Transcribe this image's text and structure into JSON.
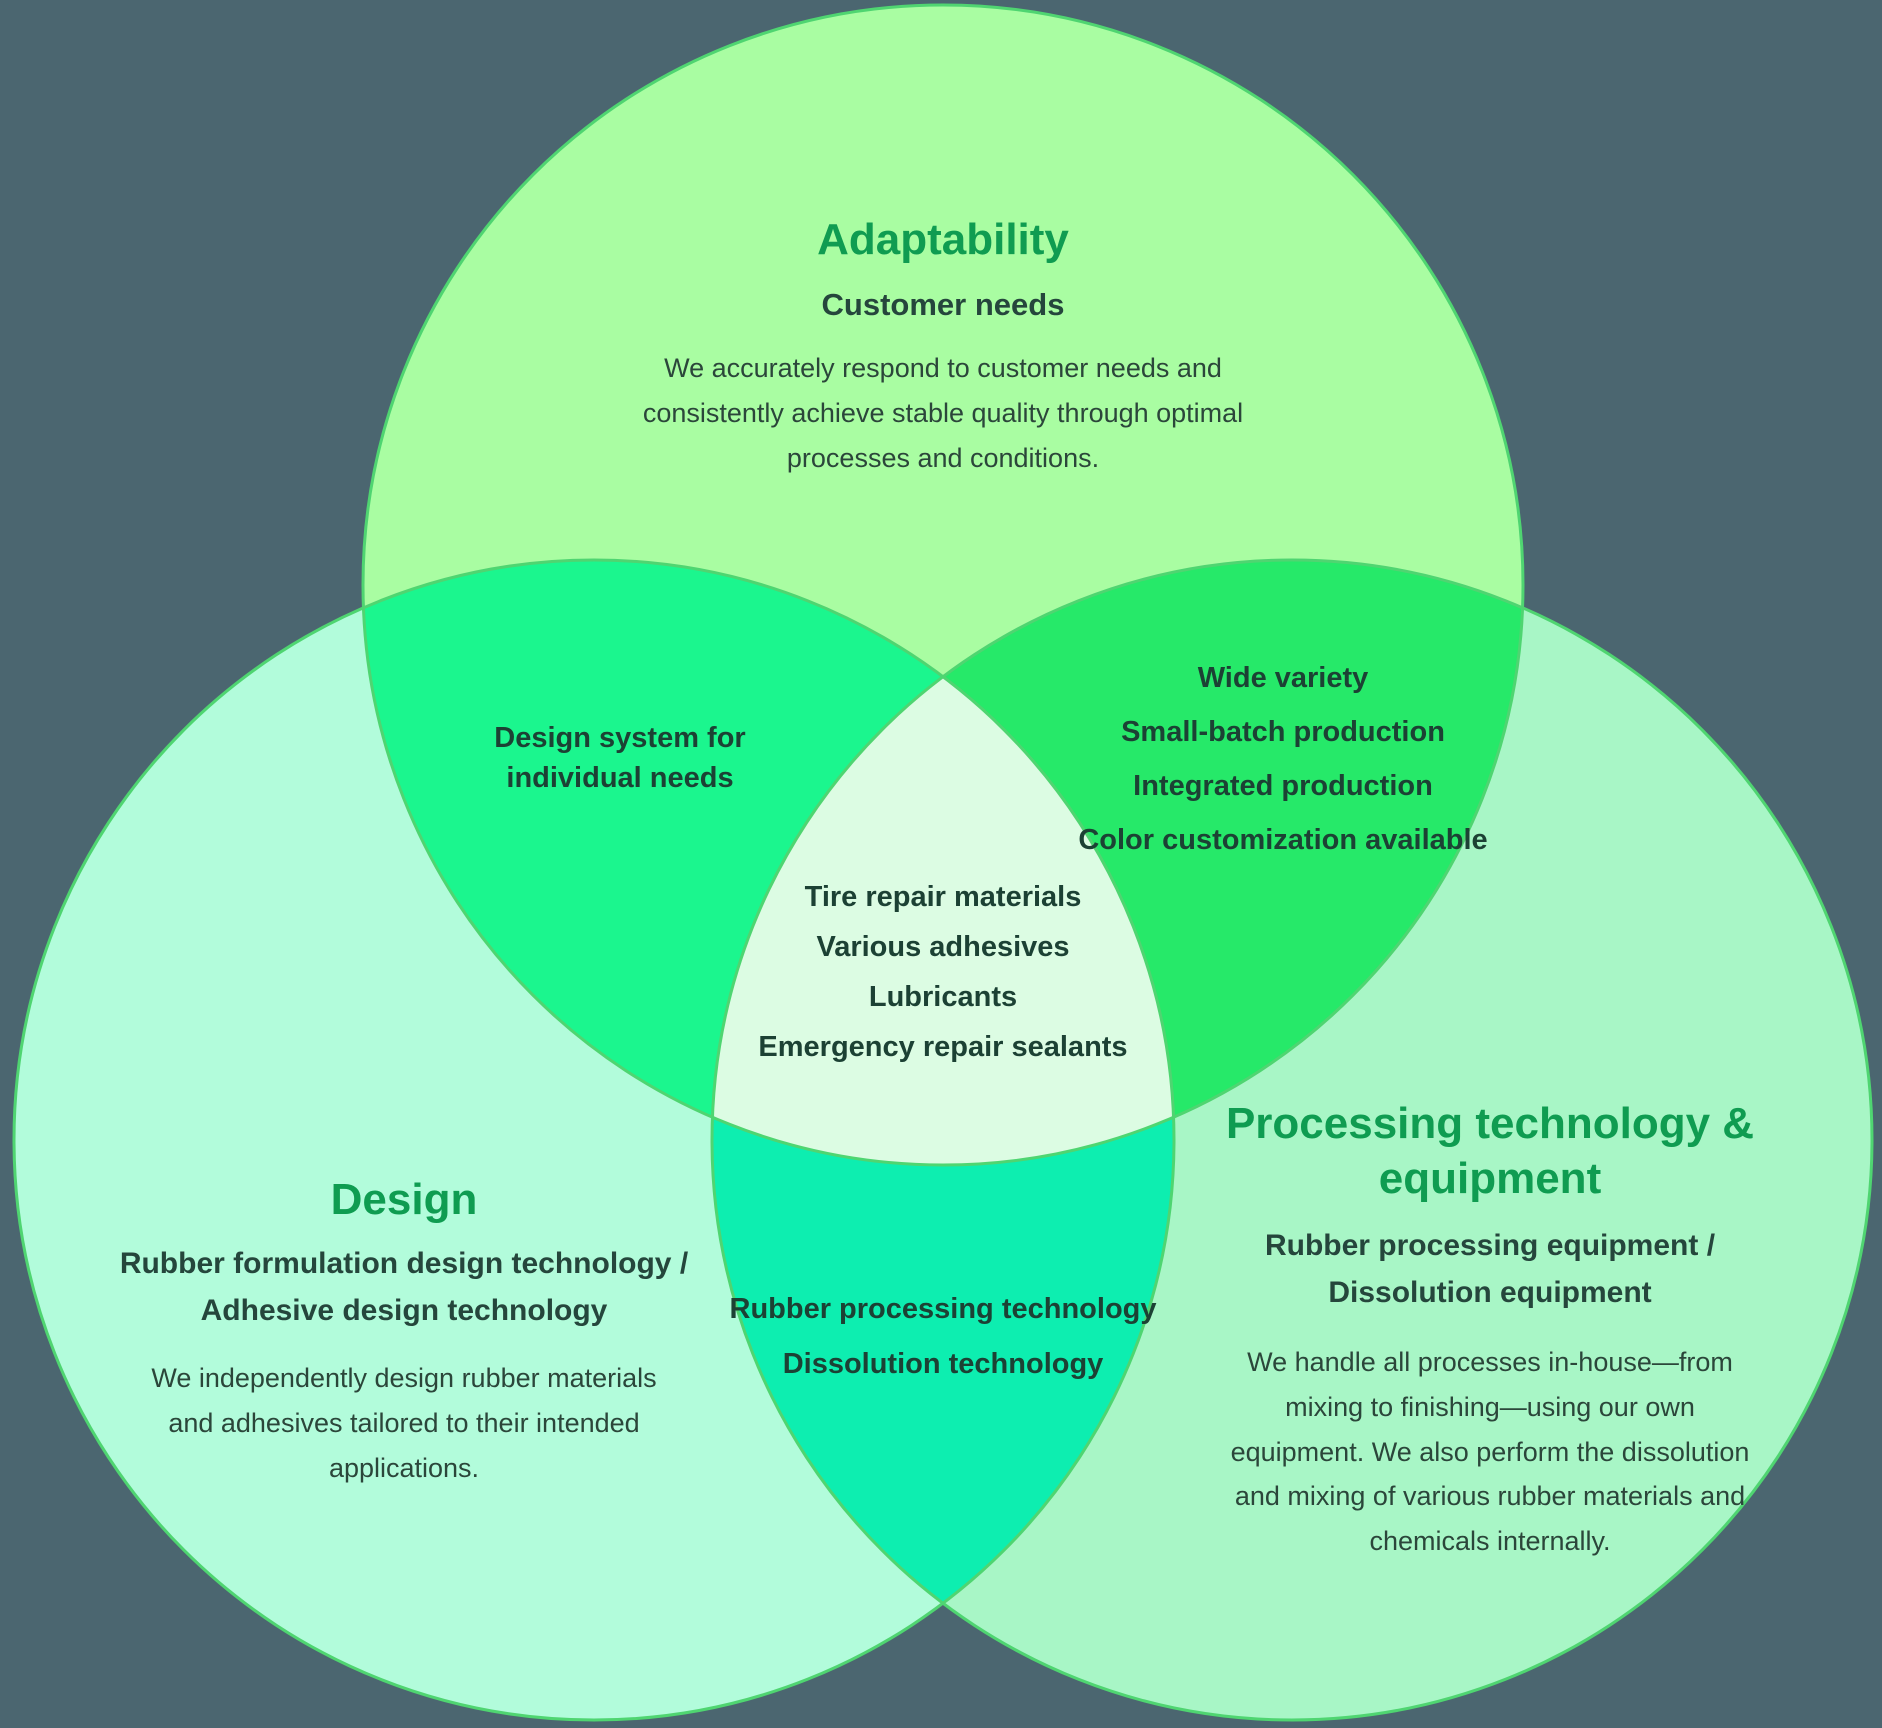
{
  "colors": {
    "background": "#4B6670",
    "circle_stroke": "#4FD571",
    "circle_top_fill": "#A9FDA2",
    "circle_left_fill": "#B2FCDB",
    "circle_right_fill": "#A8F6C6",
    "overlap_top_left_fill": "#1BF68E",
    "overlap_top_right_fill": "#26E969",
    "overlap_bottom_fill": "#0DEEB0",
    "overlap_center_fill": "#DCFCE3",
    "heading_green": "#0F9C51",
    "text_dark": "#2B463A",
    "label_dark": "#1C4134"
  },
  "venn": {
    "top": {
      "title": "Adaptability",
      "subtitle": "Customer needs",
      "description": "We accurately respond to customer needs and consistently achieve stable quality through optimal processes and conditions."
    },
    "left": {
      "title": "Design",
      "subtitle_lines": [
        "Rubber formulation design technology /",
        "Adhesive design technology"
      ],
      "description": "We independently design rubber materials and adhesives tailored to their intended applications."
    },
    "right": {
      "title_lines": [
        "Processing technology &",
        "equipment"
      ],
      "subtitle_lines": [
        "Rubber processing equipment /",
        "Dissolution equipment"
      ],
      "description": "We handle all processes in-house—from mixing to finishing—using our own equipment. We also perform the dissolution and mixing of various rubber materials and chemicals internally."
    },
    "overlap_top_left": {
      "label": "Design system for individual needs"
    },
    "overlap_top_right": {
      "items": [
        "Wide variety",
        "Small-batch production",
        "Integrated production",
        "Color customization available"
      ]
    },
    "overlap_center": {
      "items": [
        "Tire repair materials",
        "Various adhesives",
        "Lubricants",
        "Emergency repair sealants"
      ]
    },
    "overlap_bottom": {
      "items": [
        "Rubber processing technology",
        "Dissolution technology"
      ]
    }
  }
}
